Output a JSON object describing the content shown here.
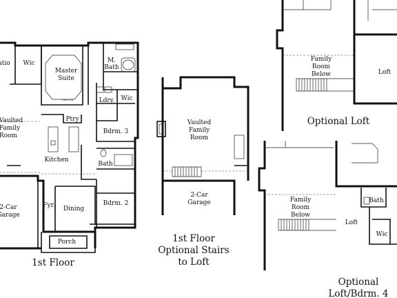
{
  "floor_1": {
    "rooms": {
      "patio": "atio",
      "wic_master": "Wic",
      "master_suite_1": "Master",
      "master_suite_2": "Suite",
      "tray_ceiling": "TRAY CLG",
      "m_bath_1": "M.",
      "m_bath_2": "Bath",
      "laundry": "Ldry.",
      "wic_hall": "Wic",
      "pantry": "Ptry",
      "vaulted_1": "Vaulted",
      "vaulted_2": "Family",
      "vaulted_3": "Room",
      "kitchen": "Kitchen",
      "bedroom_3": "Bdrm. 3",
      "bath": "Bath",
      "garage_1": "2-Car",
      "garage_2": "Garage",
      "foyer": "Fyr.",
      "dining": "Dining",
      "bedroom_2": "Bdrm. 2",
      "porch": "Porch"
    },
    "caption": "1st Floor"
  },
  "stairs_option": {
    "rooms": {
      "vaulted_1": "Vaulted",
      "vaulted_2": "Family",
      "vaulted_3": "Room",
      "garage_1": "2-Car",
      "garage_2": "Garage"
    },
    "caption_1": "1st Floor",
    "caption_2": "Optional Stairs",
    "caption_3": "to Loft"
  },
  "loft_option": {
    "rooms": {
      "family_below_1": "Family",
      "family_below_2": "Room",
      "family_below_3": "Below",
      "loft": "Loft"
    },
    "caption": "Optional Loft"
  },
  "loft_bedroom_option": {
    "rooms": {
      "family_below_1": "Family",
      "family_below_2": "Room",
      "family_below_3": "Below",
      "loft": "Loft",
      "bath": "Bath",
      "wic": "Wic"
    },
    "caption_1": "Optional",
    "caption_2": "Loft/Bdrm. 4"
  }
}
